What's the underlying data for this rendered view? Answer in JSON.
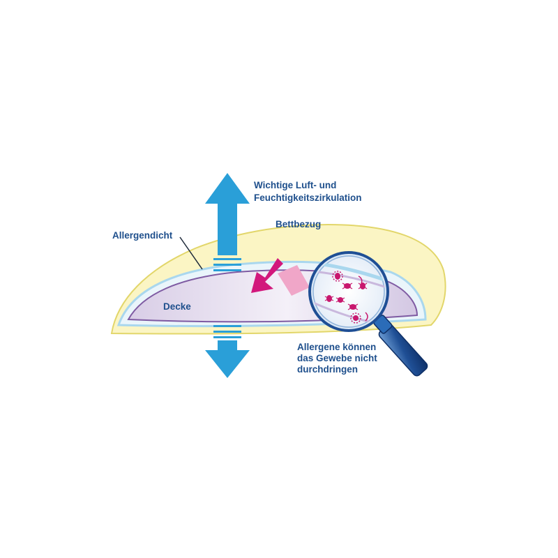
{
  "labels": {
    "air_circulation_line1": "Wichtige Luft- und",
    "air_circulation_line2": "Feuchtigkeitszirkulation",
    "allergendicht": "Allergendicht",
    "bettbezug": "Bettbezug",
    "decke": "Decke",
    "penetration_line1": "Allergene können",
    "penetration_line2": "das Gewebe nicht",
    "penetration_line3": "durchdringen"
  },
  "icons": [
    "up-arrow-icon",
    "down-arrow-icon",
    "magnifier-icon",
    "dust-mite-icon",
    "blocked-arrow-icon"
  ],
  "colors": {
    "label_text": "#1e4f8c",
    "cover_fill": "#fbf5c4",
    "cover_stroke": "#e2d66a",
    "membrane": "#a9d7ee",
    "duvet_fill": "#dcd3e8",
    "duvet_stroke": "#7e5aa2",
    "arrow_blue": "#2a9fd8",
    "arrow_magenta": "#d2187c",
    "arrow_pink": "#f0a6c8",
    "magnifier_handle": "#1f4f95",
    "mites": "#c8186e"
  }
}
